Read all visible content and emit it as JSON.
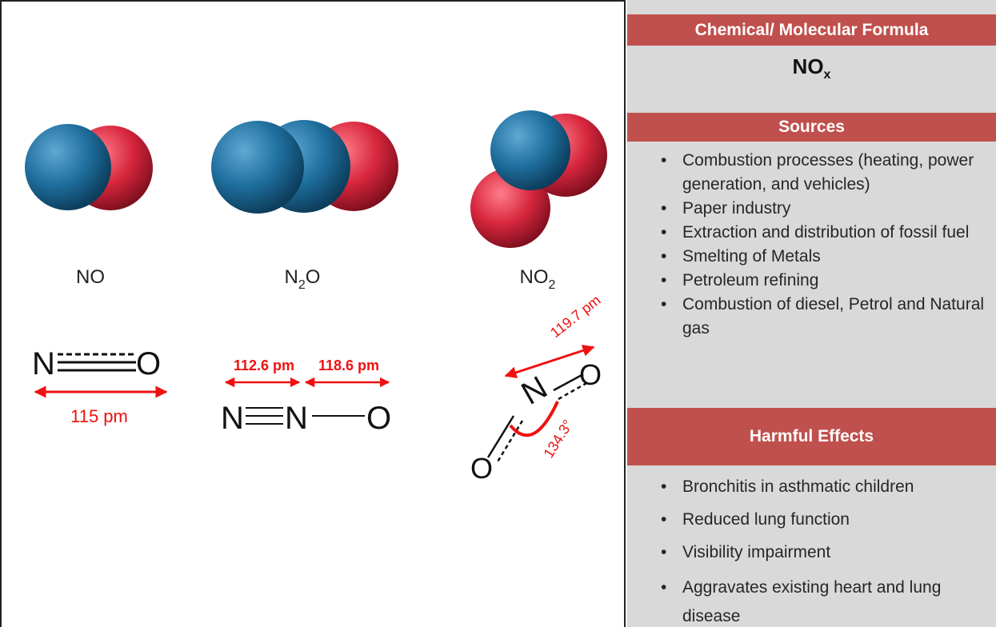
{
  "molecules": [
    {
      "name": "NO",
      "main": "NO",
      "sub": ""
    },
    {
      "name": "N2O",
      "main": "N",
      "sub": "2",
      "tail": "O"
    },
    {
      "name": "NO2",
      "main": "NO",
      "sub": "2"
    }
  ],
  "structures": {
    "no": {
      "atom1": "N",
      "atom2": "O",
      "bond_length": "115 pm"
    },
    "n2o": {
      "atom1": "N",
      "atom2": "N",
      "atom3": "O",
      "len1": "112.6 pm",
      "len2": "118.6 pm"
    },
    "no2": {
      "center": "N",
      "o_top": "O",
      "o_bottom": "O",
      "bond_length": "119.7 pm",
      "angle": "134.3°"
    }
  },
  "colors": {
    "nitrogen": "#1f6f9e",
    "oxygen": "#d7263d",
    "accent": "#c0504d",
    "arrow": "#ee1111",
    "panel": "#d9d9d9"
  },
  "sidebar": {
    "formula_header": "Chemical/ Molecular Formula",
    "formula_main": "NO",
    "formula_sub": "x",
    "sources_header": "Sources",
    "sources": [
      "Combustion processes (heating, power generation, and vehicles)",
      "Paper industry",
      "Extraction and distribution of fossil fuel",
      "Smelting of Metals",
      "Petroleum refining",
      "Combustion of diesel, Petrol and Natural gas"
    ],
    "effects_header": "Harmful Effects",
    "effects": [
      "Bronchitis in asthmatic children",
      "Reduced lung function",
      "Visibility impairment",
      "Aggravates existing heart and lung disease"
    ]
  }
}
